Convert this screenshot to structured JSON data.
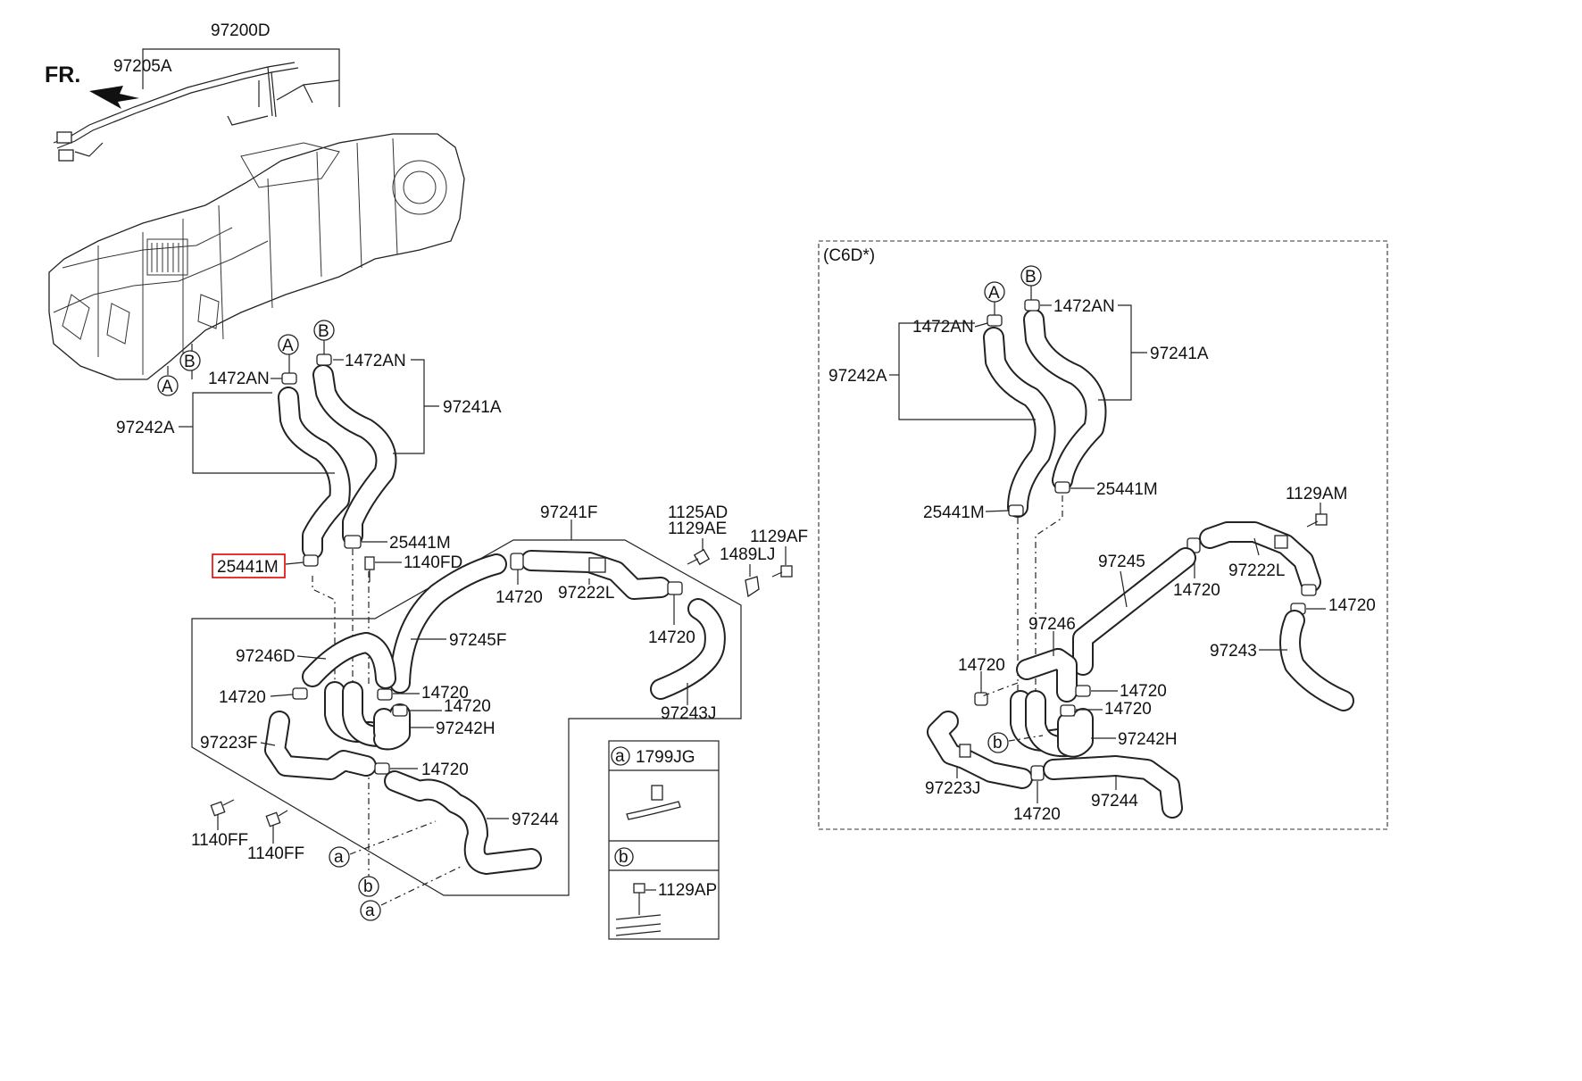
{
  "front_label": "FR.",
  "option_label": "(C6D*)",
  "main": {
    "p97200D": "97200D",
    "p97205A": "97205A",
    "circle_a_upper": "A",
    "circle_b_upper": "B",
    "circle_a_hose": "A",
    "circle_b_hose": "B",
    "p1472AN_left": "1472AN",
    "p1472AN_right": "1472AN",
    "p97242A": "97242A",
    "p97241A": "97241A",
    "p25441M_highlight": "25441M",
    "p25441M_right": "25441M",
    "p1140FD": "1140FD",
    "p97241F": "97241F",
    "p1125AD": "1125AD",
    "p1129AE": "1129AE",
    "p1129AF": "1129AF",
    "p1489LJ": "1489LJ",
    "p14720_a": "14720",
    "p97222L": "97222L",
    "p14720_b": "14720",
    "p97245F": "97245F",
    "p97246D": "97246D",
    "p14720_c": "14720",
    "p14720_d": "14720",
    "p14720_e": "14720",
    "p97242H": "97242H",
    "p97243J": "97243J",
    "p97223F": "97223F",
    "p14720_f": "14720",
    "p97244": "97244",
    "p1140FF_a": "1140FF",
    "p1140FF_b": "1140FF",
    "ref_a1": "a",
    "ref_b": "b",
    "ref_a2": "a"
  },
  "legend": {
    "a_letter": "a",
    "a_part": "1799JG",
    "b_letter": "b",
    "b_part": "1129AP"
  },
  "option": {
    "circle_a": "A",
    "circle_b": "B",
    "p1472AN_left": "1472AN",
    "p1472AN_right": "1472AN",
    "p97242A": "97242A",
    "p97241A": "97241A",
    "p25441M_right": "25441M",
    "p25441M_left": "25441M",
    "p1129AM": "1129AM",
    "p97245": "97245",
    "p97222L": "97222L",
    "p14720_a": "14720",
    "p14720_b": "14720",
    "p97246": "97246",
    "p97243": "97243",
    "p14720_c": "14720",
    "p14720_d": "14720",
    "p14720_e": "14720",
    "p97242H": "97242H",
    "ref_b": "b",
    "p97223J": "97223J",
    "p14720_f": "14720",
    "p97244": "97244"
  },
  "colors": {
    "highlight_box": "#e00000",
    "line": "#222222",
    "background": "#ffffff"
  }
}
